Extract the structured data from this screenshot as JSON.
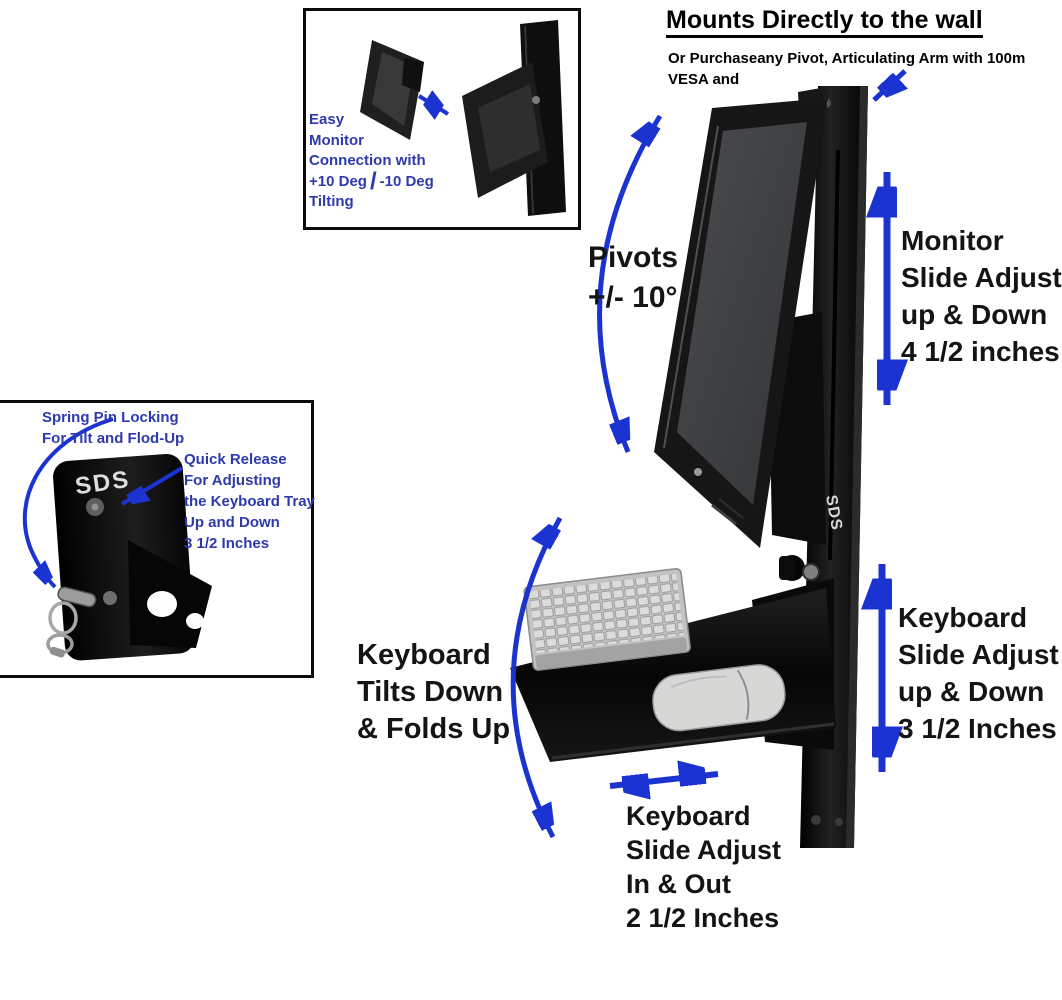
{
  "colors": {
    "arrow_blue": "#1b33d1",
    "annotation_blue": "#2d3aad",
    "text_black": "#141414"
  },
  "header": {
    "title": "Mounts Directly to the wall",
    "subtitle_line1": "Or Purchaseany Pivot, Articulating Arm with 100m",
    "subtitle_line2": "VESA and"
  },
  "inset_monitor": {
    "line1": "Easy",
    "line2": "Monitor",
    "line3": "Connection with",
    "line4_left": "+10 Deg",
    "line4_slash": "/",
    "line4_right": "-10 Deg",
    "line5": "Tilting"
  },
  "inset_bracket": {
    "spring_line1": "Spring Pin Locking",
    "spring_line2": "For Tilt and Flod-Up",
    "quick_line1": "Quick Release",
    "quick_line2": "For Adjusting",
    "quick_line3": "the Keyboard Tray",
    "quick_line4": "Up and Down",
    "quick_line5": "3 1/2 Inches",
    "bracket_logo": "SDS"
  },
  "labels": {
    "pivots": {
      "line1": "Pivots",
      "line2": "+/- 10°"
    },
    "monitor_slide": {
      "line1": "Monitor",
      "line2": "Slide Adjust",
      "line3": "up & Down",
      "line4": "4 1/2 inches"
    },
    "keyboard_slide": {
      "line1": "Keyboard",
      "line2": "Slide Adjust",
      "line3": "up & Down",
      "line4": "3 1/2 Inches"
    },
    "keyboard_tilts": {
      "line1": "Keyboard",
      "line2": "Tilts Down",
      "line3": "& Folds Up"
    },
    "keyboard_inout": {
      "line1": "Keyboard",
      "line2": "Slide Adjust",
      "line3": "In & Out",
      "line4": "2 1/2 Inches"
    }
  },
  "product": {
    "rail_logo": "SDS"
  }
}
